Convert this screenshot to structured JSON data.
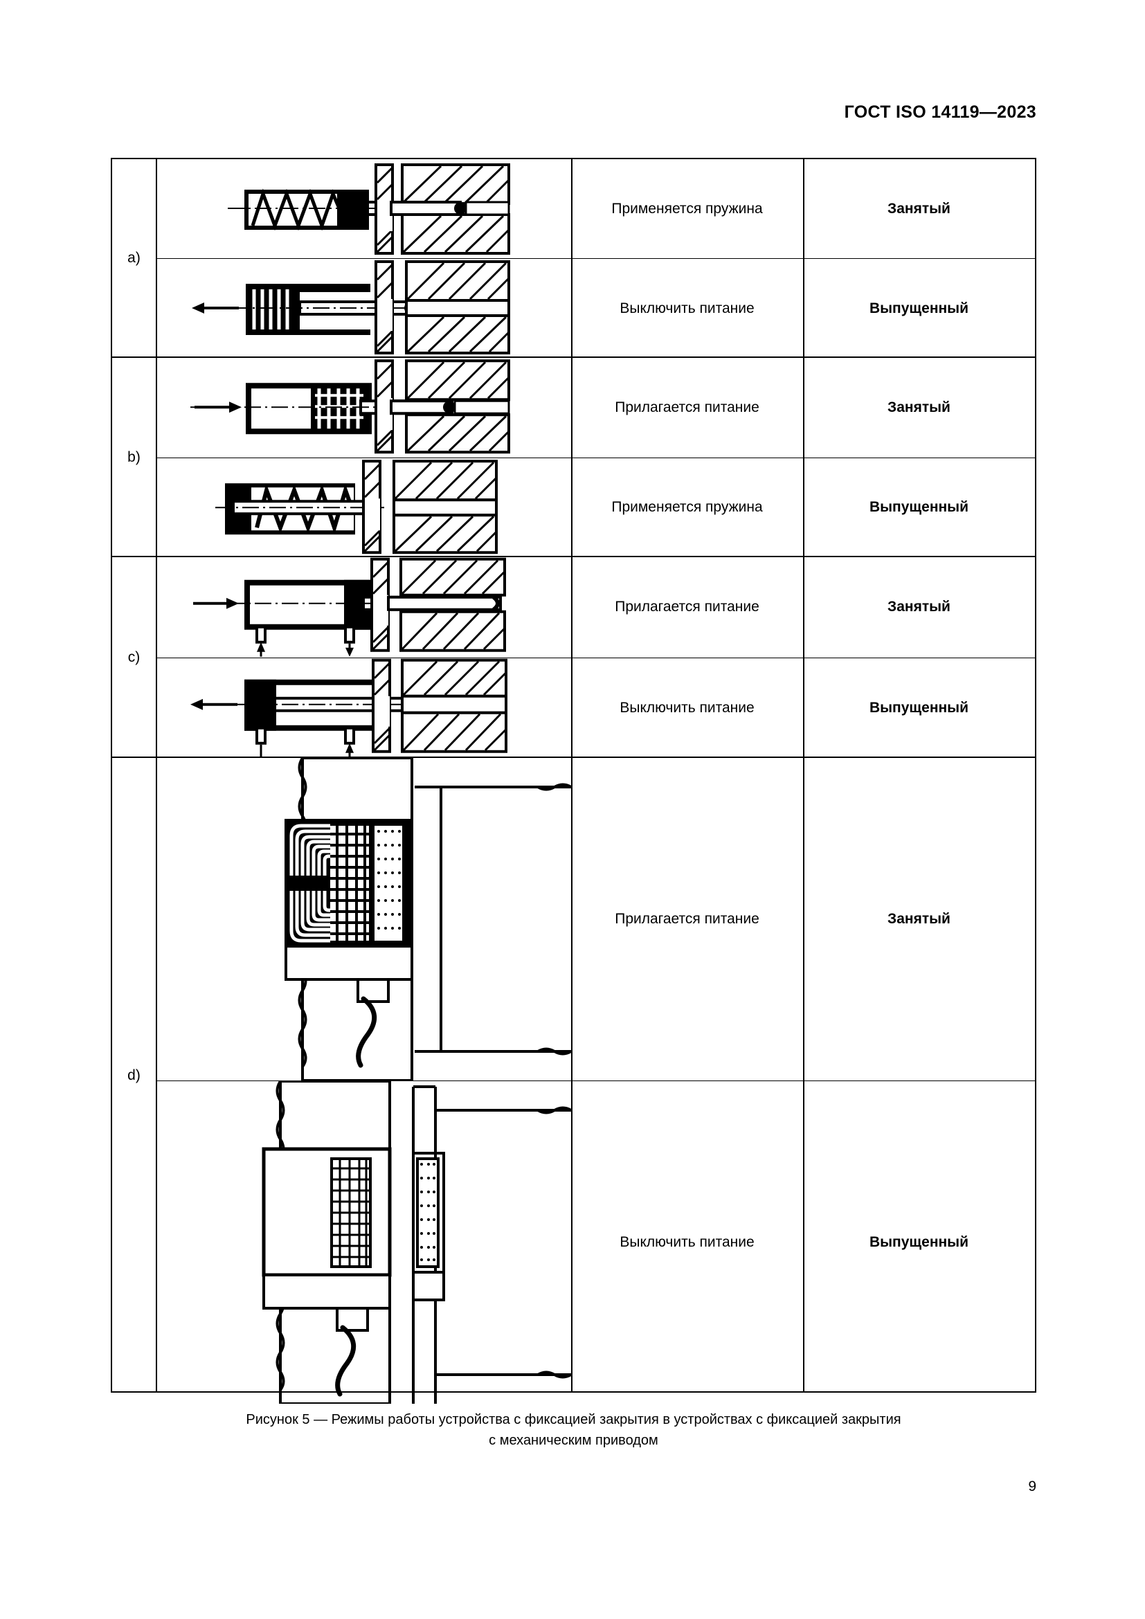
{
  "header": {
    "standard_title": "ГОСТ ISO 14119—2023"
  },
  "figure": {
    "caption_line1": "Рисунок 5 — Режимы работы устройства с фиксацией закрытия в устройствах с фиксацией закрытия",
    "caption_line2": "с механическим приводом",
    "columns": {
      "letter": "",
      "diagram": "",
      "action": "",
      "state": ""
    },
    "groups": [
      {
        "letter": "a)",
        "rows": [
          {
            "diagram": "spring-applied-bolt-extended",
            "action": "Применяется пружина",
            "state": "Занятый"
          },
          {
            "diagram": "power-off-bolt-retracted-spring-compressed",
            "action": "Выключить питание",
            "state": "Выпущенный"
          }
        ]
      },
      {
        "letter": "b)",
        "rows": [
          {
            "diagram": "power-on-bolt-extended",
            "action": "Прилагается питание",
            "state": "Занятый"
          },
          {
            "diagram": "spring-applied-bolt-retracted",
            "action": "Применяется пружина",
            "state": "Выпущенный"
          }
        ]
      },
      {
        "letter": "c)",
        "rows": [
          {
            "diagram": "pneumatic-power-on-bolt-extended",
            "action": "Прилагается питание",
            "state": "Занятый"
          },
          {
            "diagram": "pneumatic-power-off-bolt-retracted",
            "action": "Выключить питание",
            "state": "Выпущенный"
          }
        ]
      },
      {
        "letter": "d)",
        "rows": [
          {
            "diagram": "electromagnet-energized-door-closed",
            "action": "Прилагается питание",
            "state": "Занятый"
          },
          {
            "diagram": "electromagnet-deenergized-door-released",
            "action": "Выключить питание",
            "state": "Выпущенный"
          }
        ]
      }
    ]
  },
  "page": {
    "number": "9"
  },
  "colors": {
    "ink": "#000000",
    "paper": "#ffffff"
  }
}
